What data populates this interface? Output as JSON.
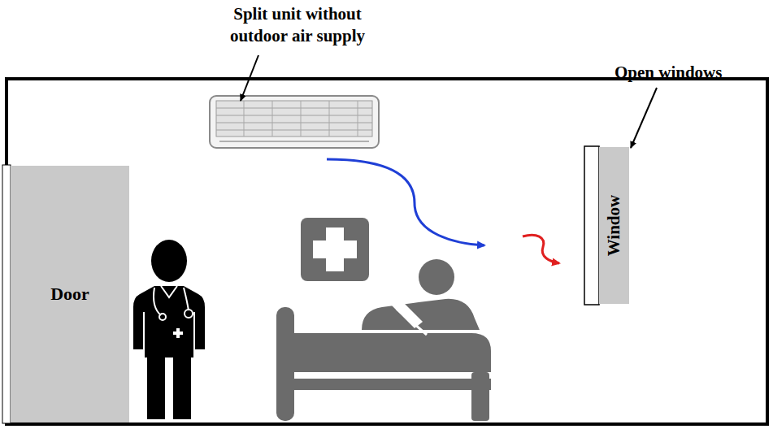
{
  "diagram": {
    "nodes": [
      {
        "text": [
          "Door"
        ]
      },
      {
        "text": [
          "Window"
        ]
      }
    ],
    "labels": [
      "Split unit without outdoor air supply",
      "Open windows"
    ]
  }
}
